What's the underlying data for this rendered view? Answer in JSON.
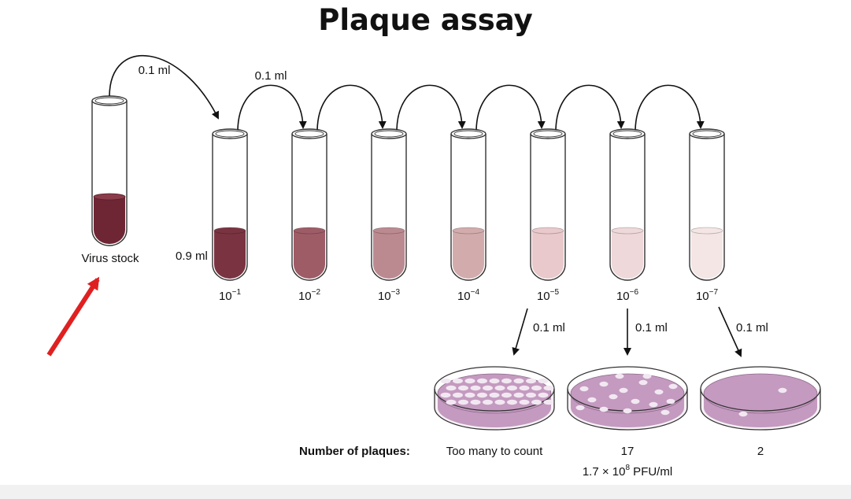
{
  "title": "Plaque assay",
  "stock": {
    "label": "Virus stock",
    "color": "#6e2634"
  },
  "transfer_label": "0.1 ml",
  "first_transfer_label": "0.1 ml",
  "diluent_label": "0.9 ml",
  "tubes": [
    {
      "label_base": "10",
      "label_exp": "−1",
      "color": "#7a3441"
    },
    {
      "label_base": "10",
      "label_exp": "−2",
      "color": "#9e5c67"
    },
    {
      "label_base": "10",
      "label_exp": "−3",
      "color": "#bb8a90"
    },
    {
      "label_base": "10",
      "label_exp": "−4",
      "color": "#d2acac"
    },
    {
      "label_base": "10",
      "label_exp": "−5",
      "color": "#e9c9cb"
    },
    {
      "label_base": "10",
      "label_exp": "−6",
      "color": "#efd8da"
    },
    {
      "label_base": "10",
      "label_exp": "−7",
      "color": "#f4e6e5"
    }
  ],
  "plating_label": "0.1 ml",
  "plates": [
    {
      "plaques": "Too many to count",
      "note": ""
    },
    {
      "plaques": "17",
      "note": "1.7 × 10",
      "note_exp": "8",
      "note_unit": " PFU/ml"
    },
    {
      "plaques": "2",
      "note": ""
    }
  ],
  "plaques_row_label": "Number of plaques:",
  "colors": {
    "arrow": "#111111",
    "red_arrow": "#e02020",
    "agar": "#c49ac0",
    "plaque": "#f2e8f2"
  }
}
